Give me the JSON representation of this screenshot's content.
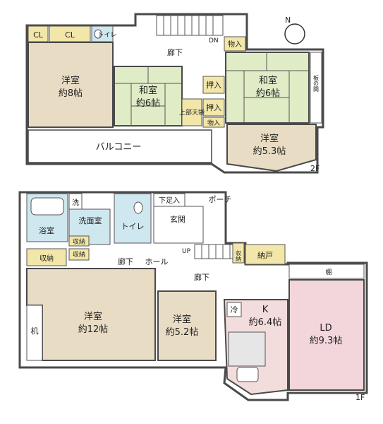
{
  "compass": {
    "north_label": "N"
  },
  "colors": {
    "yoshitsu": "#e8dcc4",
    "washitsu": "#dfecc6",
    "water": "#cfe7ef",
    "storage": "#f2e6a8",
    "ld": "#f2d6dc",
    "kitchen": "#f3dcdc",
    "corridor": "#ffffff",
    "wall": "#4a4a4a"
  },
  "floor2": {
    "label": "2F",
    "rooms": {
      "cl1": "CL",
      "cl2": "CL",
      "toilet": "トイレ",
      "dn": "DN",
      "corridor": "廊下",
      "storage_top": "物入",
      "yoshitsu8_name": "洋室",
      "yoshitsu8_size": "約8帖",
      "washitsu_a_name": "和室",
      "washitsu_a_size": "約6帖",
      "oshiire1": "押入",
      "oshiire2": "押入",
      "tenbukuro": "上部天袋",
      "storage_small": "物入",
      "washitsu_b_name": "和室",
      "washitsu_b_size": "約6帖",
      "itanoma": "板の間",
      "balcony": "バルコニー",
      "yoshitsu53_name": "洋室",
      "yoshitsu53_size": "約5.3帖"
    }
  },
  "floor1": {
    "label": "1F",
    "rooms": {
      "wash_small": "洗",
      "bath": "浴室",
      "senmen": "洗面室",
      "toilet": "トイレ",
      "shimoashiire": "下足入",
      "porch": "ポーチ",
      "genkan": "玄関",
      "shuno_a": "収納",
      "shuno_b": "収納",
      "shuno_c": "収納",
      "up": "UP",
      "shuno_d": "収納",
      "nando": "納戸",
      "hall_corridor": "廊下",
      "hall": "ホール",
      "corridor": "廊下",
      "tana": "棚",
      "yoshitsu12_name": "洋室",
      "yoshitsu12_size": "約12帖",
      "tsukue": "机",
      "yoshitsu52_name": "洋室",
      "yoshitsu52_size": "約5.2帖",
      "fridge": "冷",
      "k_name": "K",
      "k_size": "約6.4帖",
      "ld_name": "LD",
      "ld_size": "約9.3帖"
    }
  }
}
